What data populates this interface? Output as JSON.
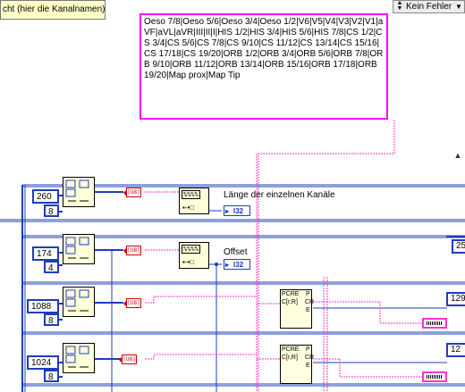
{
  "comment_text": "cht (hier die Kanalnamen)",
  "error_dropdown": {
    "value": "Kein Fehler"
  },
  "channel_string": "Oeso 7/8|Oeso 5/6|Oeso 3/4|Oeso 1/2|V6|V5|V4|V3|V2|V1|aVF|aVL|aVR|III|II|I|HIS 1/2|HIS 3/4|HIS 5/6|HIS 7/8|CS 1/2|CS 3/4|CS 5/6|CS 7/8|CS 9/10|CS 11/12|CS 13/14|CS 15/16|CS 17/18|CS 19/20|ORB 1/2|ORB 3/4|ORB 5/6|ORB 7/8|ORB 9/10|ORB 11/12|ORB 13/14|ORB 15/16|ORB 17/18|ORB 19/20|Map prox|Map Tip",
  "constants": [
    {
      "value": "260",
      "count": "8"
    },
    {
      "value": "174",
      "count": "4"
    },
    {
      "value": "1088",
      "count": "8"
    },
    {
      "value": "1024",
      "count": "8"
    }
  ],
  "labels": {
    "length": "Länge der einzelnen Kanäle",
    "offset": "Offset"
  },
  "type_tags": {
    "u8": "[U8]",
    "i32": "I32"
  },
  "node_text": {
    "format": "%%%%",
    "pcre": "PCRE",
    "cr": "C[r,R]",
    "p": "P",
    "c": "CR",
    "e": "E"
  },
  "right_values": [
    "25",
    "129",
    "12"
  ]
}
